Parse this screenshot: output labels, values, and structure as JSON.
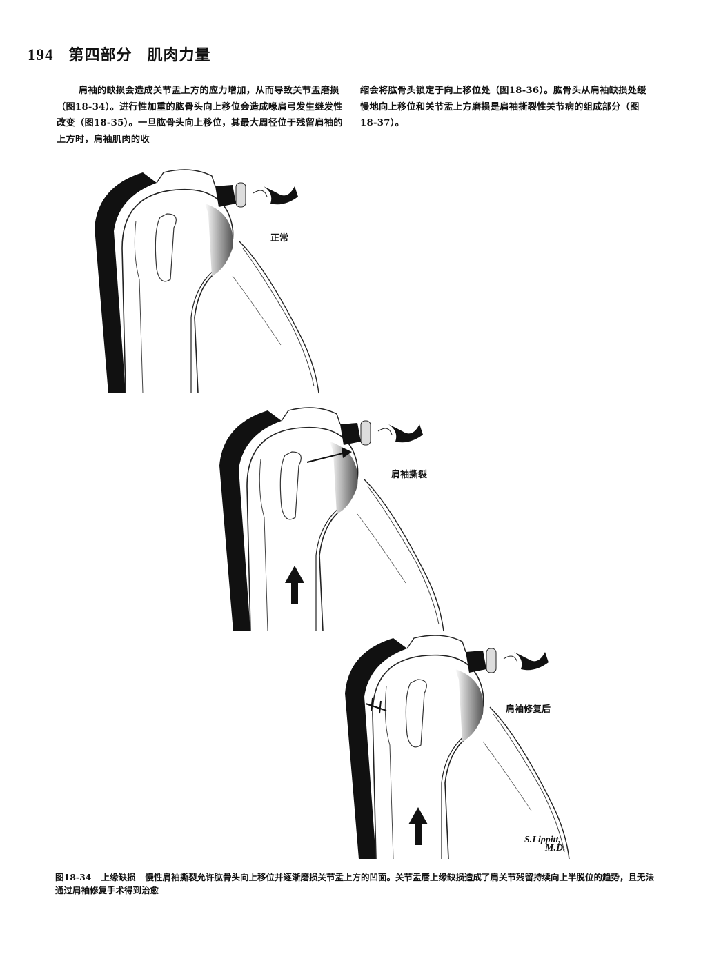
{
  "header": {
    "page_number": "194",
    "part": "第四部分",
    "chapter": "肌肉力量"
  },
  "body": {
    "col1": "肩袖的缺损会造成关节盂上方的应力增加，从而导致关节盂磨损（图18-34）。进行性加重的肱骨头向上移位会造成喙肩弓发生继发性改变（图18-35）。一旦肱骨头向上移位，其最大周径位于残留肩袖的上方时，肩袖肌肉的收",
    "col2": "缩会将肱骨头锁定于向上移位处（图18-36）。肱骨头从肩袖缺损处缓慢地向上移位和关节盂上方磨损是肩袖撕裂性关节病的组成部分（图18-37）。"
  },
  "figure": {
    "labels": {
      "normal": "正常",
      "tear": "肩袖撕裂",
      "repaired": "肩袖修复后"
    },
    "signature": {
      "line1": "S.Lippitt,",
      "line2": "M.D."
    },
    "caption": {
      "number": "图18-34",
      "title": "上缘缺损",
      "text": "慢性肩袖撕裂允许肱骨头向上移位并逐渐磨损关节盂上方的凹面。关节盂唇上缘缺损造成了肩关节残留持续向上半脱位的趋势，且无法通过肩袖修复手术得到治愈"
    }
  }
}
